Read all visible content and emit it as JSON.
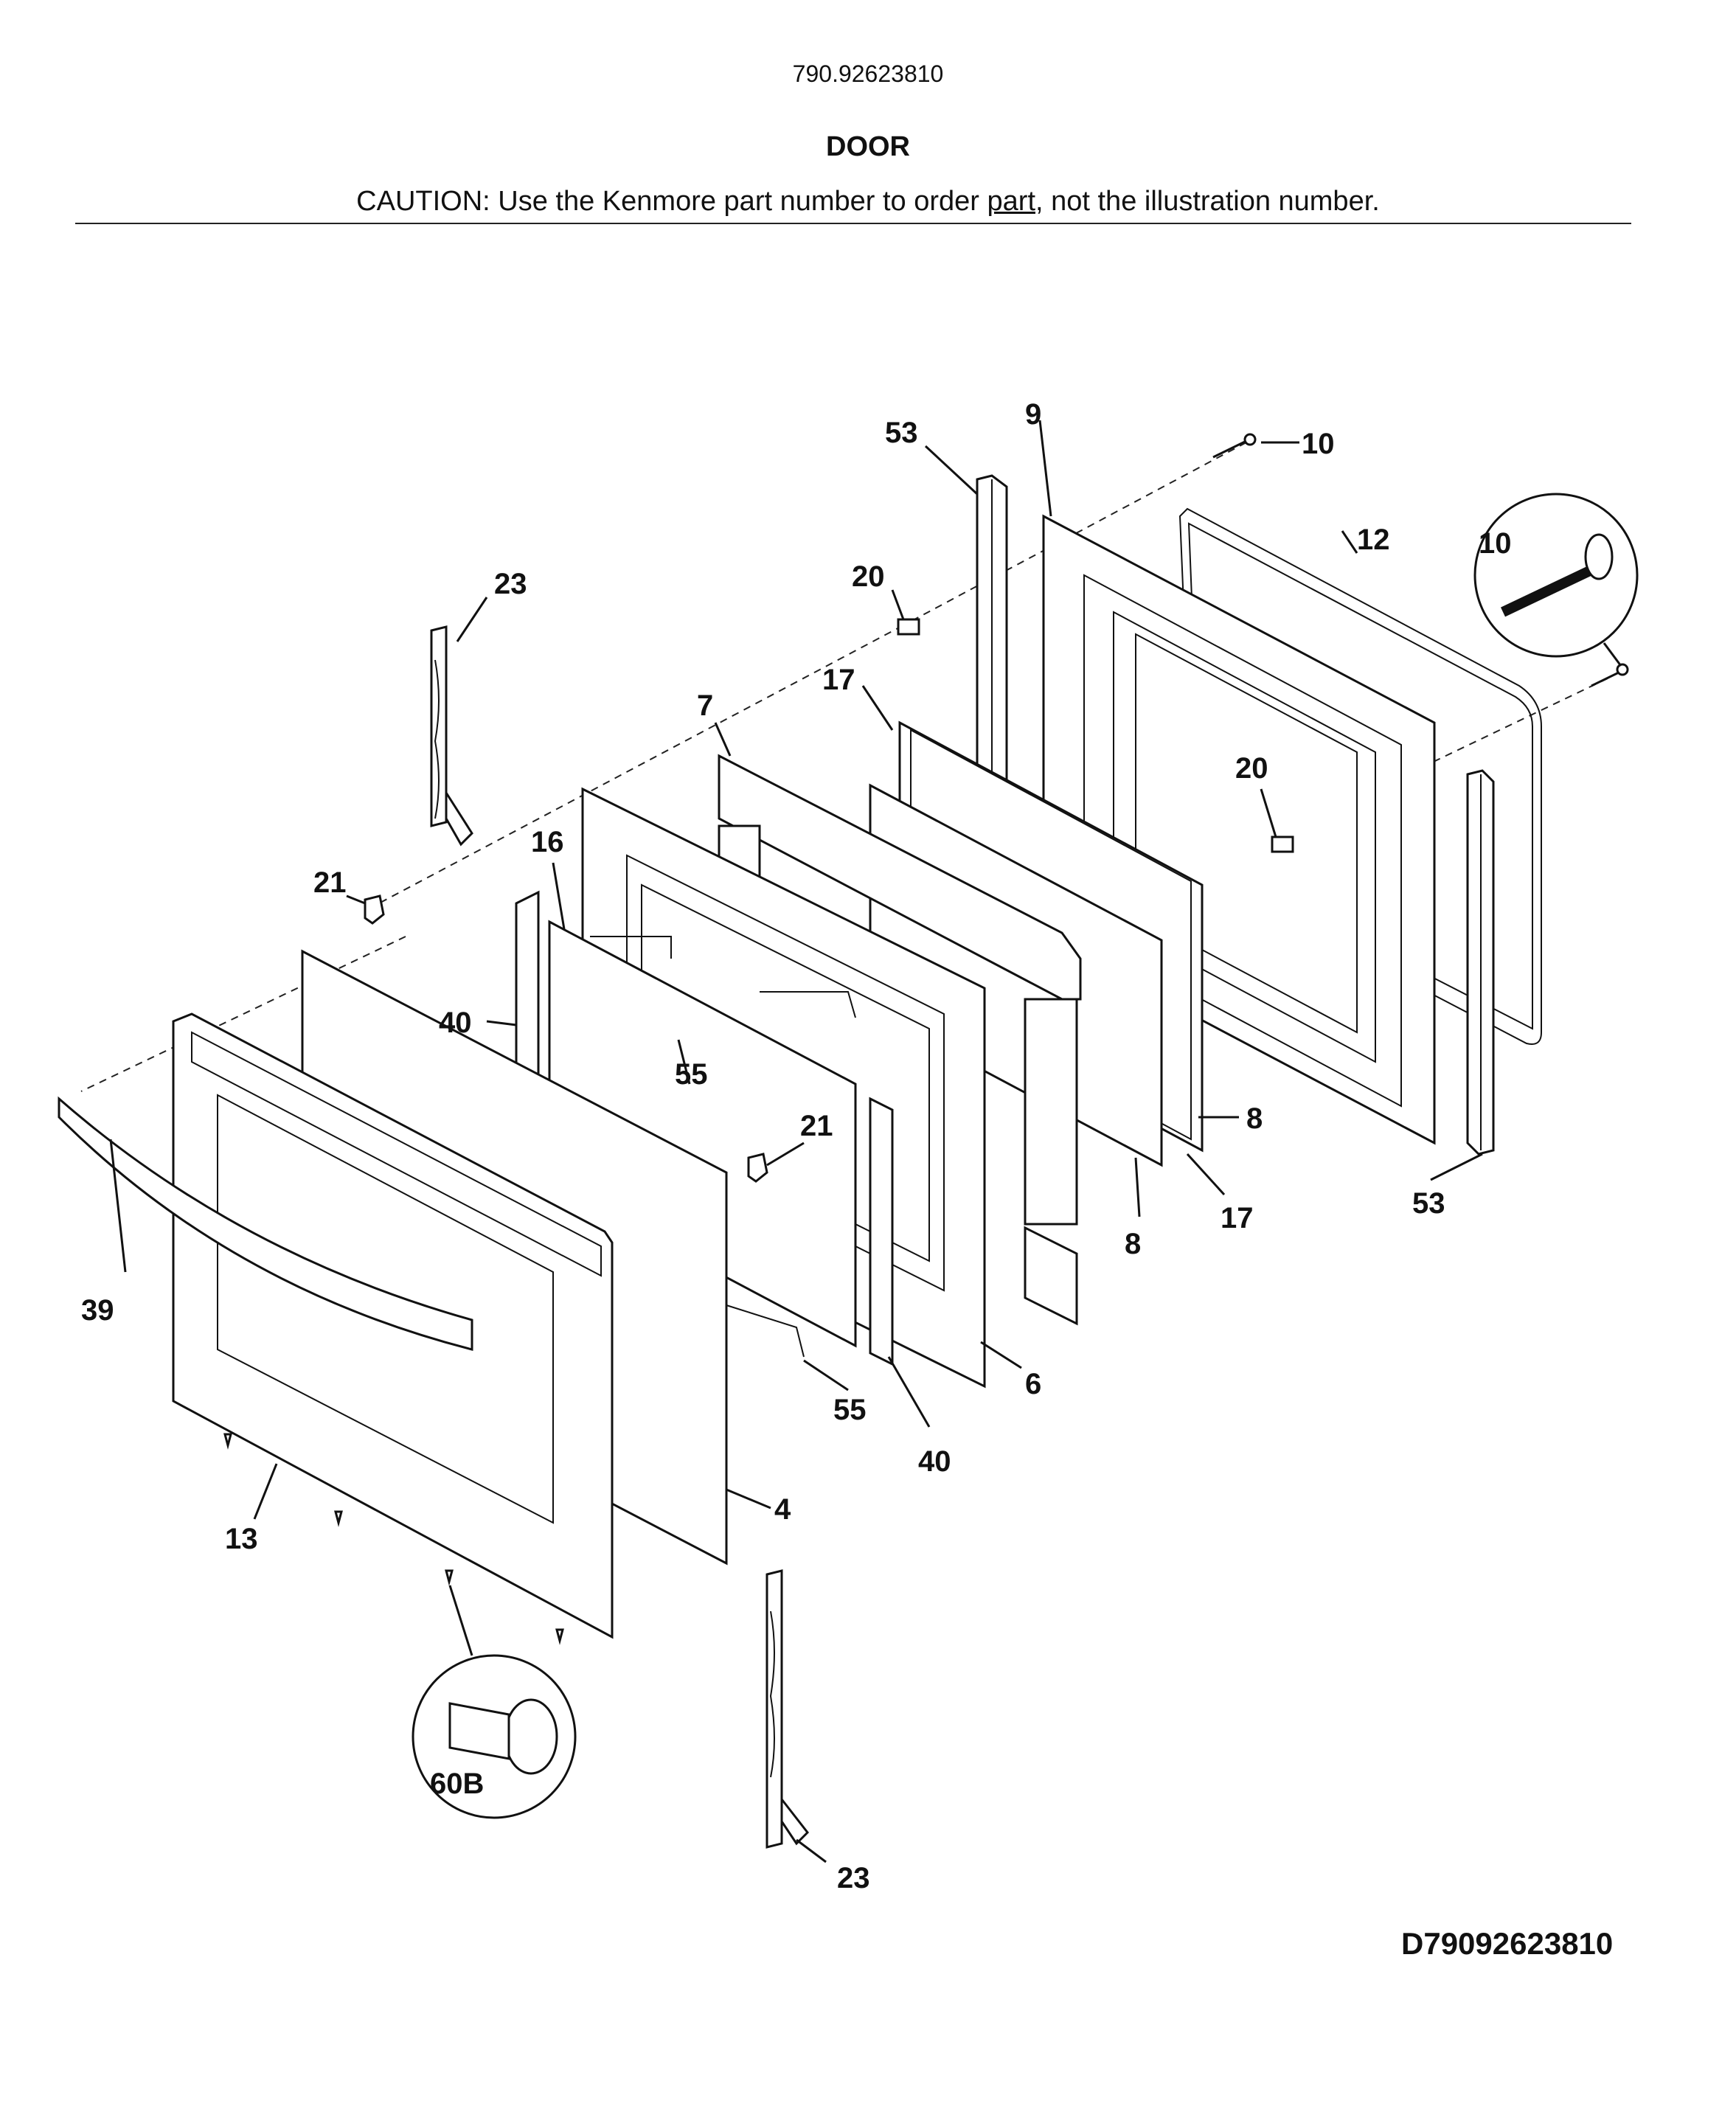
{
  "header": {
    "model_number": "790.92623810",
    "section_title": "DOOR",
    "caution_prefix": "CAUTION: Use the Kenmore part number to order ",
    "caution_link": "part",
    "caution_suffix": ", not the illustration number."
  },
  "callouts": {
    "c53_top": "53",
    "c9": "9",
    "c10_top": "10",
    "c12": "12",
    "c10_detail": "10",
    "c23_top": "23",
    "c20_left": "20",
    "c17_top": "17",
    "c7": "7",
    "c20_right": "20",
    "c16": "16",
    "c21_left": "21",
    "c40_left": "40",
    "c55_top": "55",
    "c21_mid": "21",
    "c8_right": "8",
    "c39": "39",
    "c17_bottom": "17",
    "c8_bottom": "8",
    "c53_bottom": "53",
    "c6": "6",
    "c55_bottom": "55",
    "c40_bottom": "40",
    "c13": "13",
    "c4": "4",
    "c60b": "60B",
    "c23_bottom": "23"
  },
  "footer": {
    "drawing_id": "D79092623810"
  }
}
